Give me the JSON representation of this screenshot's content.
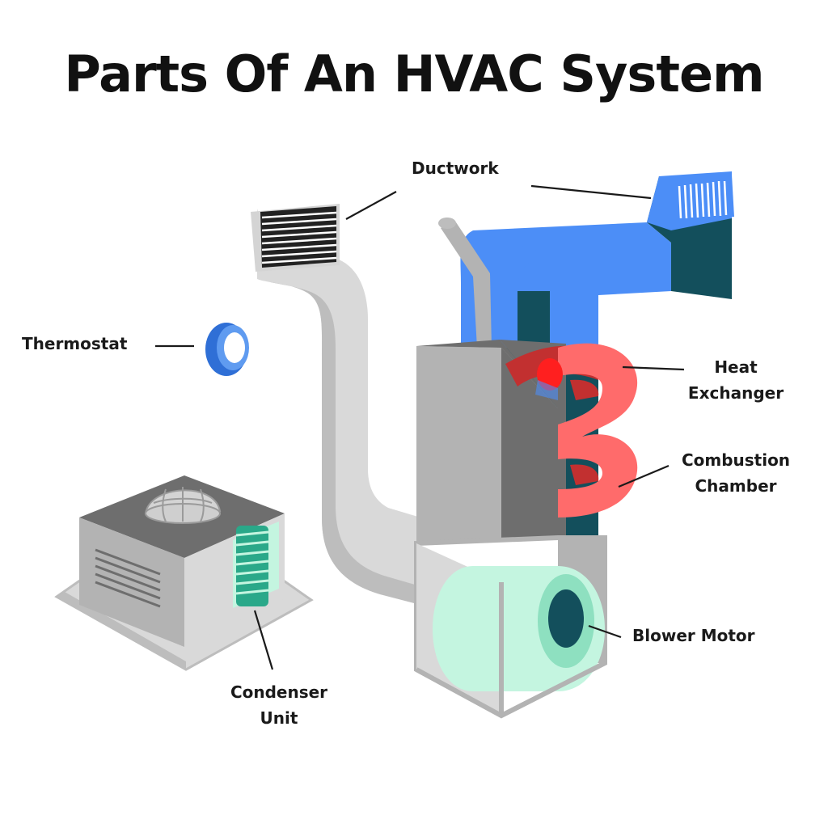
{
  "title": "Parts Of An HVAC System",
  "labels": {
    "ductwork": "Ductwork",
    "thermostat": "Thermostat",
    "heat_exchanger_line1": "Heat",
    "heat_exchanger_line2": "Exchanger",
    "combustion_line1": "Combustion",
    "combustion_line2": "Chamber",
    "blower_motor": "Blower Motor",
    "condenser_line1": "Condenser",
    "condenser_line2": "Unit"
  },
  "colors": {
    "supply_duct": "#4c8ef7",
    "supply_duct_dark": "#134f5c",
    "return_duct": "#d9d9d9",
    "furnace_light": "#b3b3b3",
    "furnace_dark": "#6e6e6e",
    "heat_exchanger": "#ff6b6b",
    "heat_exchanger_dark": "#c23030",
    "blower": "#c4f5e0",
    "thermostat": "#2f6fd6",
    "condenser_coil": "#2aa889"
  }
}
